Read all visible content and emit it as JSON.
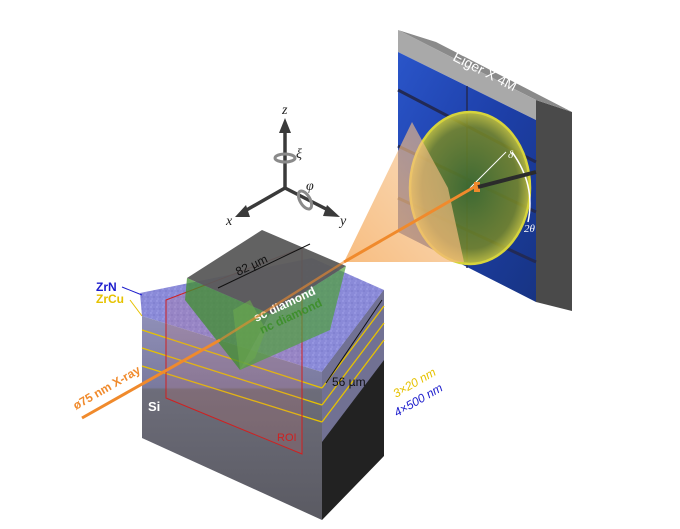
{
  "detector": {
    "label": "Eiger X 4M",
    "delta_label": "δ",
    "two_theta_label": "2θ"
  },
  "axes": {
    "z": "z",
    "x": "x",
    "y": "y",
    "xi": "ξ",
    "phi": "φ"
  },
  "diamond": {
    "width_label": "82 µm",
    "sc_label": "sc diamond",
    "nc_label": "nc diamond"
  },
  "sample": {
    "zrn": "ZrN",
    "zrcu": "ZrCu",
    "si": "Si",
    "roi": "ROI",
    "width_label": "56 µm",
    "zrcu_layers": "3×20 nm",
    "zrn_layers": "4×500 nm"
  },
  "beam": {
    "label": "ø75 nm X-ray"
  },
  "colors": {
    "beam": "#f08a2c",
    "zrn": "#1c1ccc",
    "zrcu": "#e6c200",
    "roi": "#d02020",
    "diamond_green": "#3f8f2e",
    "detector_blue": "#1d3fa8"
  }
}
